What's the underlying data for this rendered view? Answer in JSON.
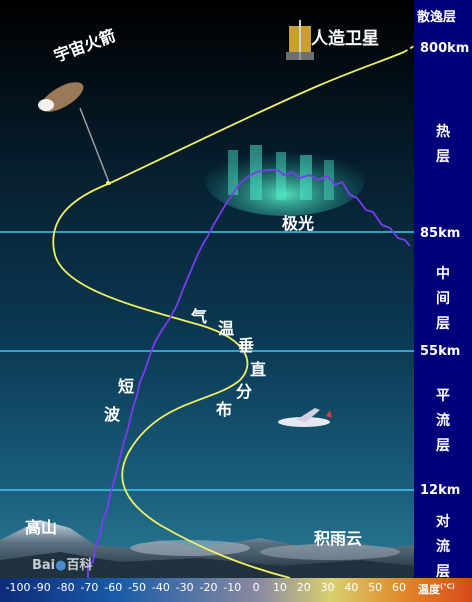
{
  "layers": {
    "exosphere": "散逸层",
    "thermosphere": [
      "热",
      "层"
    ],
    "mesosphere": [
      "中",
      "间",
      "层"
    ],
    "stratosphere": [
      "平",
      "流",
      "层"
    ],
    "troposphere": [
      "对",
      "流",
      "层"
    ]
  },
  "altitudes": {
    "a800": "800km",
    "a85": "85km",
    "a55": "55km",
    "a12": "12km"
  },
  "objects": {
    "rocket": "宇宙火箭",
    "satellite": "人造卫星",
    "aurora": "极光",
    "mountain": "高山",
    "cloud": "积雨云"
  },
  "curve_labels": {
    "temperature": [
      "气",
      "温",
      "垂",
      "直",
      "分",
      "布"
    ],
    "shortwave": [
      "短",
      "波"
    ]
  },
  "axis": {
    "title": "温度",
    "unit": "(℃)",
    "ticks": [
      "-100",
      "-90",
      "-80",
      "-70",
      "-60",
      "-50",
      "-40",
      "-30",
      "-20",
      "-10",
      "0",
      "10",
      "20",
      "30",
      "40",
      "50",
      "60"
    ]
  },
  "watermark": {
    "brand": "Bai",
    "paw": "du",
    "site": "百科"
  },
  "colors": {
    "temperature_curve": "#f0f060",
    "shortwave_curve": "#7a3cf0",
    "boundary_line": "#3fc8f0",
    "side_panel": "#00007a"
  }
}
